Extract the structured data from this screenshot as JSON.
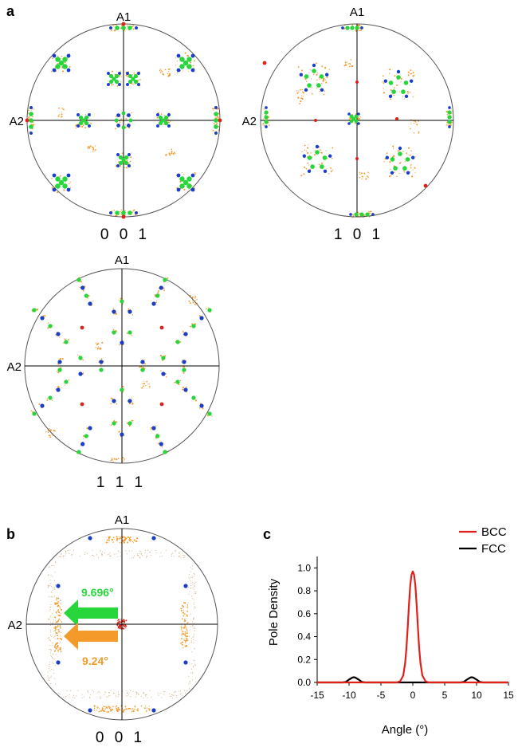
{
  "panels": {
    "a": "a",
    "b": "b",
    "c": "c"
  },
  "pole_figures": [
    {
      "id": "a-001",
      "top_axis": "A1",
      "left_axis": "A2",
      "hkl": "0 0 1"
    },
    {
      "id": "a-101",
      "top_axis": "A1",
      "left_axis": "A2",
      "hkl": "1 0 1"
    },
    {
      "id": "a-111",
      "top_axis": "A1",
      "left_axis": "A2",
      "hkl": "1 1 1"
    },
    {
      "id": "b-001",
      "top_axis": "A1",
      "left_axis": "A2",
      "hkl": "0 0 1"
    }
  ],
  "annotations": {
    "green_angle": "9.696°",
    "orange_angle": "9.24°"
  },
  "colors": {
    "orange": "#f39a2b",
    "green": "#27d63a",
    "blue": "#1a3ec8",
    "red": "#e0201b",
    "bcc_line": "#e0201b",
    "fcc_line": "#000000"
  },
  "chart_data": {
    "type": "line",
    "title": "",
    "xlabel": "Angle (°)",
    "ylabel": "Pole Density",
    "xlim": [
      -15,
      15
    ],
    "ylim": [
      0,
      1.1
    ],
    "xticks": [
      -15,
      -10,
      -5,
      0,
      5,
      10,
      15
    ],
    "yticks": [
      0.0,
      0.2,
      0.4,
      0.6,
      0.8,
      1.0
    ],
    "xtick_labels": [
      "-15",
      "-10",
      "-5",
      "0",
      "5",
      "10",
      "15"
    ],
    "ytick_labels": [
      "0.0",
      "0.2",
      "0.4",
      "0.6",
      "0.8",
      "1.0"
    ],
    "legend_position": "top-right",
    "grid": false,
    "series": [
      {
        "name": "BCC",
        "color": "#e0201b",
        "x": [
          -15,
          -2.5,
          -2,
          -1.5,
          -1.2,
          -1,
          -0.8,
          -0.6,
          -0.4,
          -0.2,
          0,
          0.2,
          0.4,
          0.6,
          0.8,
          1,
          1.2,
          1.5,
          2,
          2.5,
          15
        ],
        "y": [
          0,
          0,
          0.01,
          0.06,
          0.17,
          0.3,
          0.48,
          0.68,
          0.85,
          0.94,
          0.97,
          0.94,
          0.85,
          0.68,
          0.48,
          0.3,
          0.17,
          0.06,
          0.01,
          0,
          0
        ]
      },
      {
        "name": "FCC",
        "color": "#000000",
        "x": [
          -15,
          -11,
          -10.5,
          -10,
          -9.5,
          -9.24,
          -9,
          -8.5,
          -8,
          -7.5,
          7.5,
          8,
          8.5,
          9,
          9.24,
          9.5,
          10,
          10.5,
          11,
          15
        ],
        "y": [
          0,
          0,
          0.005,
          0.025,
          0.042,
          0.045,
          0.042,
          0.025,
          0.005,
          0,
          0,
          0.005,
          0.025,
          0.042,
          0.045,
          0.042,
          0.025,
          0.005,
          0,
          0
        ]
      }
    ]
  }
}
